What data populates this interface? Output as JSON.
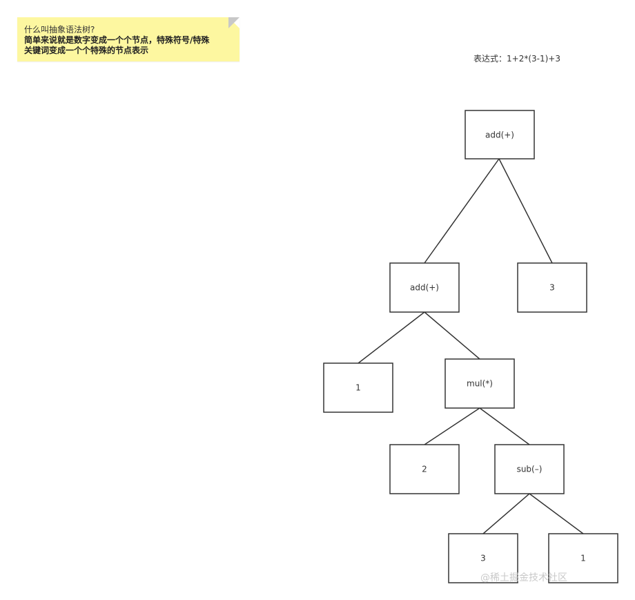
{
  "note": {
    "question": "什么叫抽象语法树?",
    "line1": "简单来说就是数字变成一个个节点，特殊符号/特殊",
    "line2": "关键词变成一个个特殊的节点表示"
  },
  "expression": "表达式：1+2*(3-1)+3",
  "tree": {
    "root": "add(+)",
    "add_inner": "add(+)",
    "right_three": "3",
    "left_one": "1",
    "mul": "mul(*)",
    "two": "2",
    "sub": "sub(–)",
    "sub_left": "3",
    "sub_right": "1"
  },
  "watermark": "@稀土掘金技术社区",
  "colors": {
    "note_bg": "#fdf7a0",
    "stroke": "#333333"
  }
}
